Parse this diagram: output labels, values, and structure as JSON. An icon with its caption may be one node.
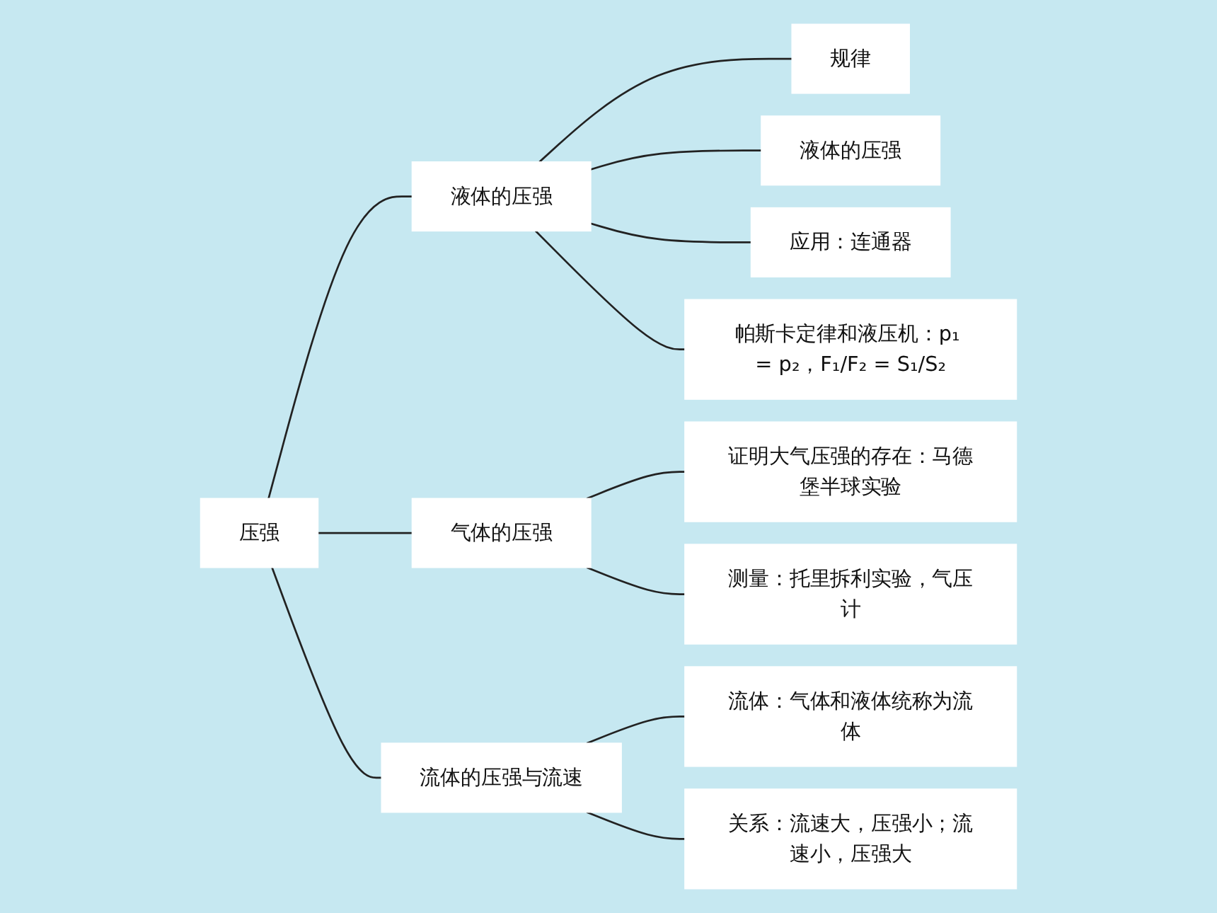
{
  "diagram": {
    "nodes": [
      {
        "text": [
          "压强"
        ]
      },
      {
        "text": [
          "液体的压强"
        ]
      },
      {
        "text": [
          "规律"
        ]
      },
      {
        "text": [
          "液体的压强"
        ]
      },
      {
        "text": [
          "应用：连通器"
        ]
      },
      {
        "text": [
          "帕斯卡定律和液压机：p₁ = p₂，F₁/F₂ = S₁/S₂"
        ]
      },
      {
        "text": [
          "气体的压强"
        ]
      },
      {
        "text": [
          "证明大气压强的存在：马德堡半球实验"
        ]
      },
      {
        "text": [
          "测量：托里拆利实验，气压计"
        ]
      },
      {
        "text": [
          "流体的压强与流速"
        ]
      },
      {
        "text": [
          "流体：气体和液体统称为流体"
        ]
      },
      {
        "text": [
          "关系：流速大，压强小；流速小，压强大"
        ]
      }
    ],
    "edges": [
      {
        "from": 0,
        "to": 1,
        "arrow": "none"
      },
      {
        "from": 0,
        "to": 6,
        "arrow": "none"
      },
      {
        "from": 0,
        "to": 9,
        "arrow": "none"
      },
      {
        "from": 1,
        "to": 2,
        "arrow": "none"
      },
      {
        "from": 1,
        "to": 3,
        "arrow": "none"
      },
      {
        "from": 1,
        "to": 4,
        "arrow": "none"
      },
      {
        "from": 1,
        "to": 5,
        "arrow": "none"
      },
      {
        "from": 6,
        "to": 7,
        "arrow": "none"
      },
      {
        "from": 6,
        "to": 8,
        "arrow": "none"
      },
      {
        "from": 9,
        "to": 10,
        "arrow": "none"
      },
      {
        "from": 9,
        "to": 11,
        "arrow": "none"
      }
    ]
  }
}
